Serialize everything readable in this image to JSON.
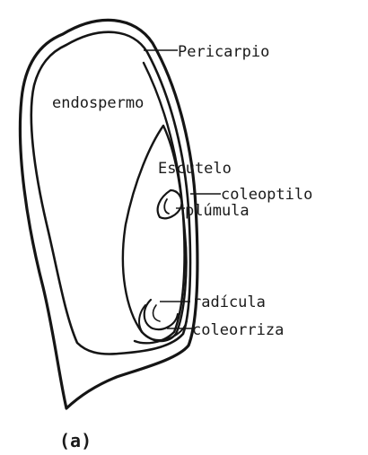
{
  "labels": {
    "pericarpio": "Pericarpio",
    "endospermo": "endospermo",
    "escutelo": "Escutelo",
    "coleoptilo": "coleoptilo",
    "plumula": "plúmula",
    "radicula": "radícula",
    "coleorriza": "coleorriza"
  },
  "caption": "(a)"
}
